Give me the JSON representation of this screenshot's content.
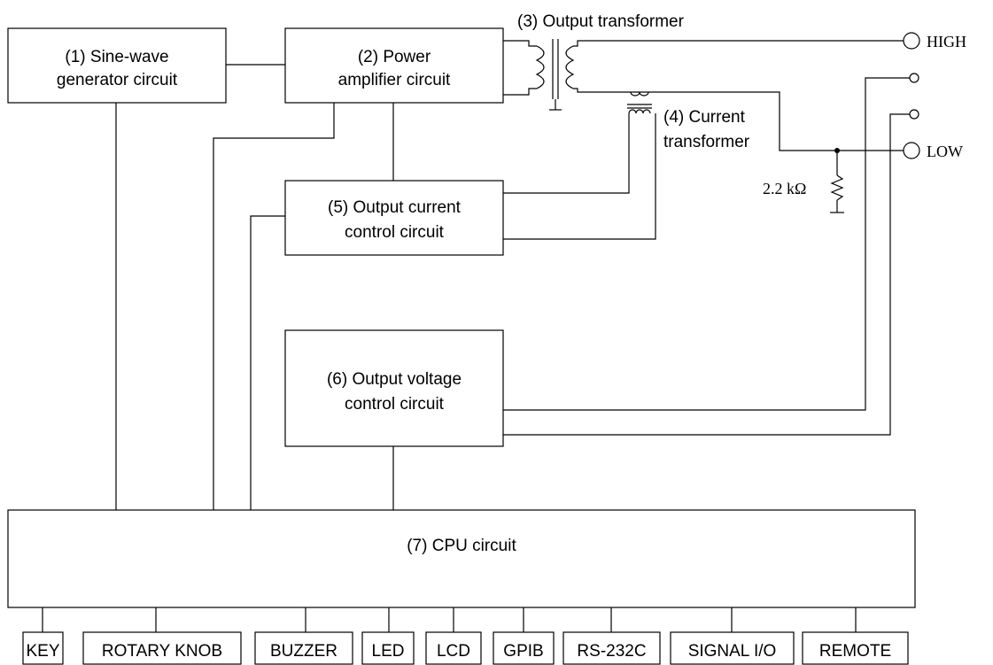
{
  "blocks": {
    "sine_wave": [
      "(1) Sine-wave",
      "generator circuit"
    ],
    "power_amp": [
      "(2) Power",
      "amplifier circuit"
    ],
    "output_transformer": "(3) Output transformer",
    "current_transformer": [
      "(4) Current",
      "transformer"
    ],
    "output_current": [
      "(5) Output current",
      "control circuit"
    ],
    "output_voltage": [
      "(6) Output voltage",
      "control circuit"
    ],
    "cpu": "(7) CPU circuit"
  },
  "terminals": {
    "high": "HIGH",
    "low": "LOW"
  },
  "resistor": "2.2 kΩ",
  "peripherals": [
    "KEY",
    "ROTARY KNOB",
    "BUZZER",
    "LED",
    "LCD",
    "GPIB",
    "RS-232C",
    "SIGNAL I/O",
    "REMOTE"
  ]
}
